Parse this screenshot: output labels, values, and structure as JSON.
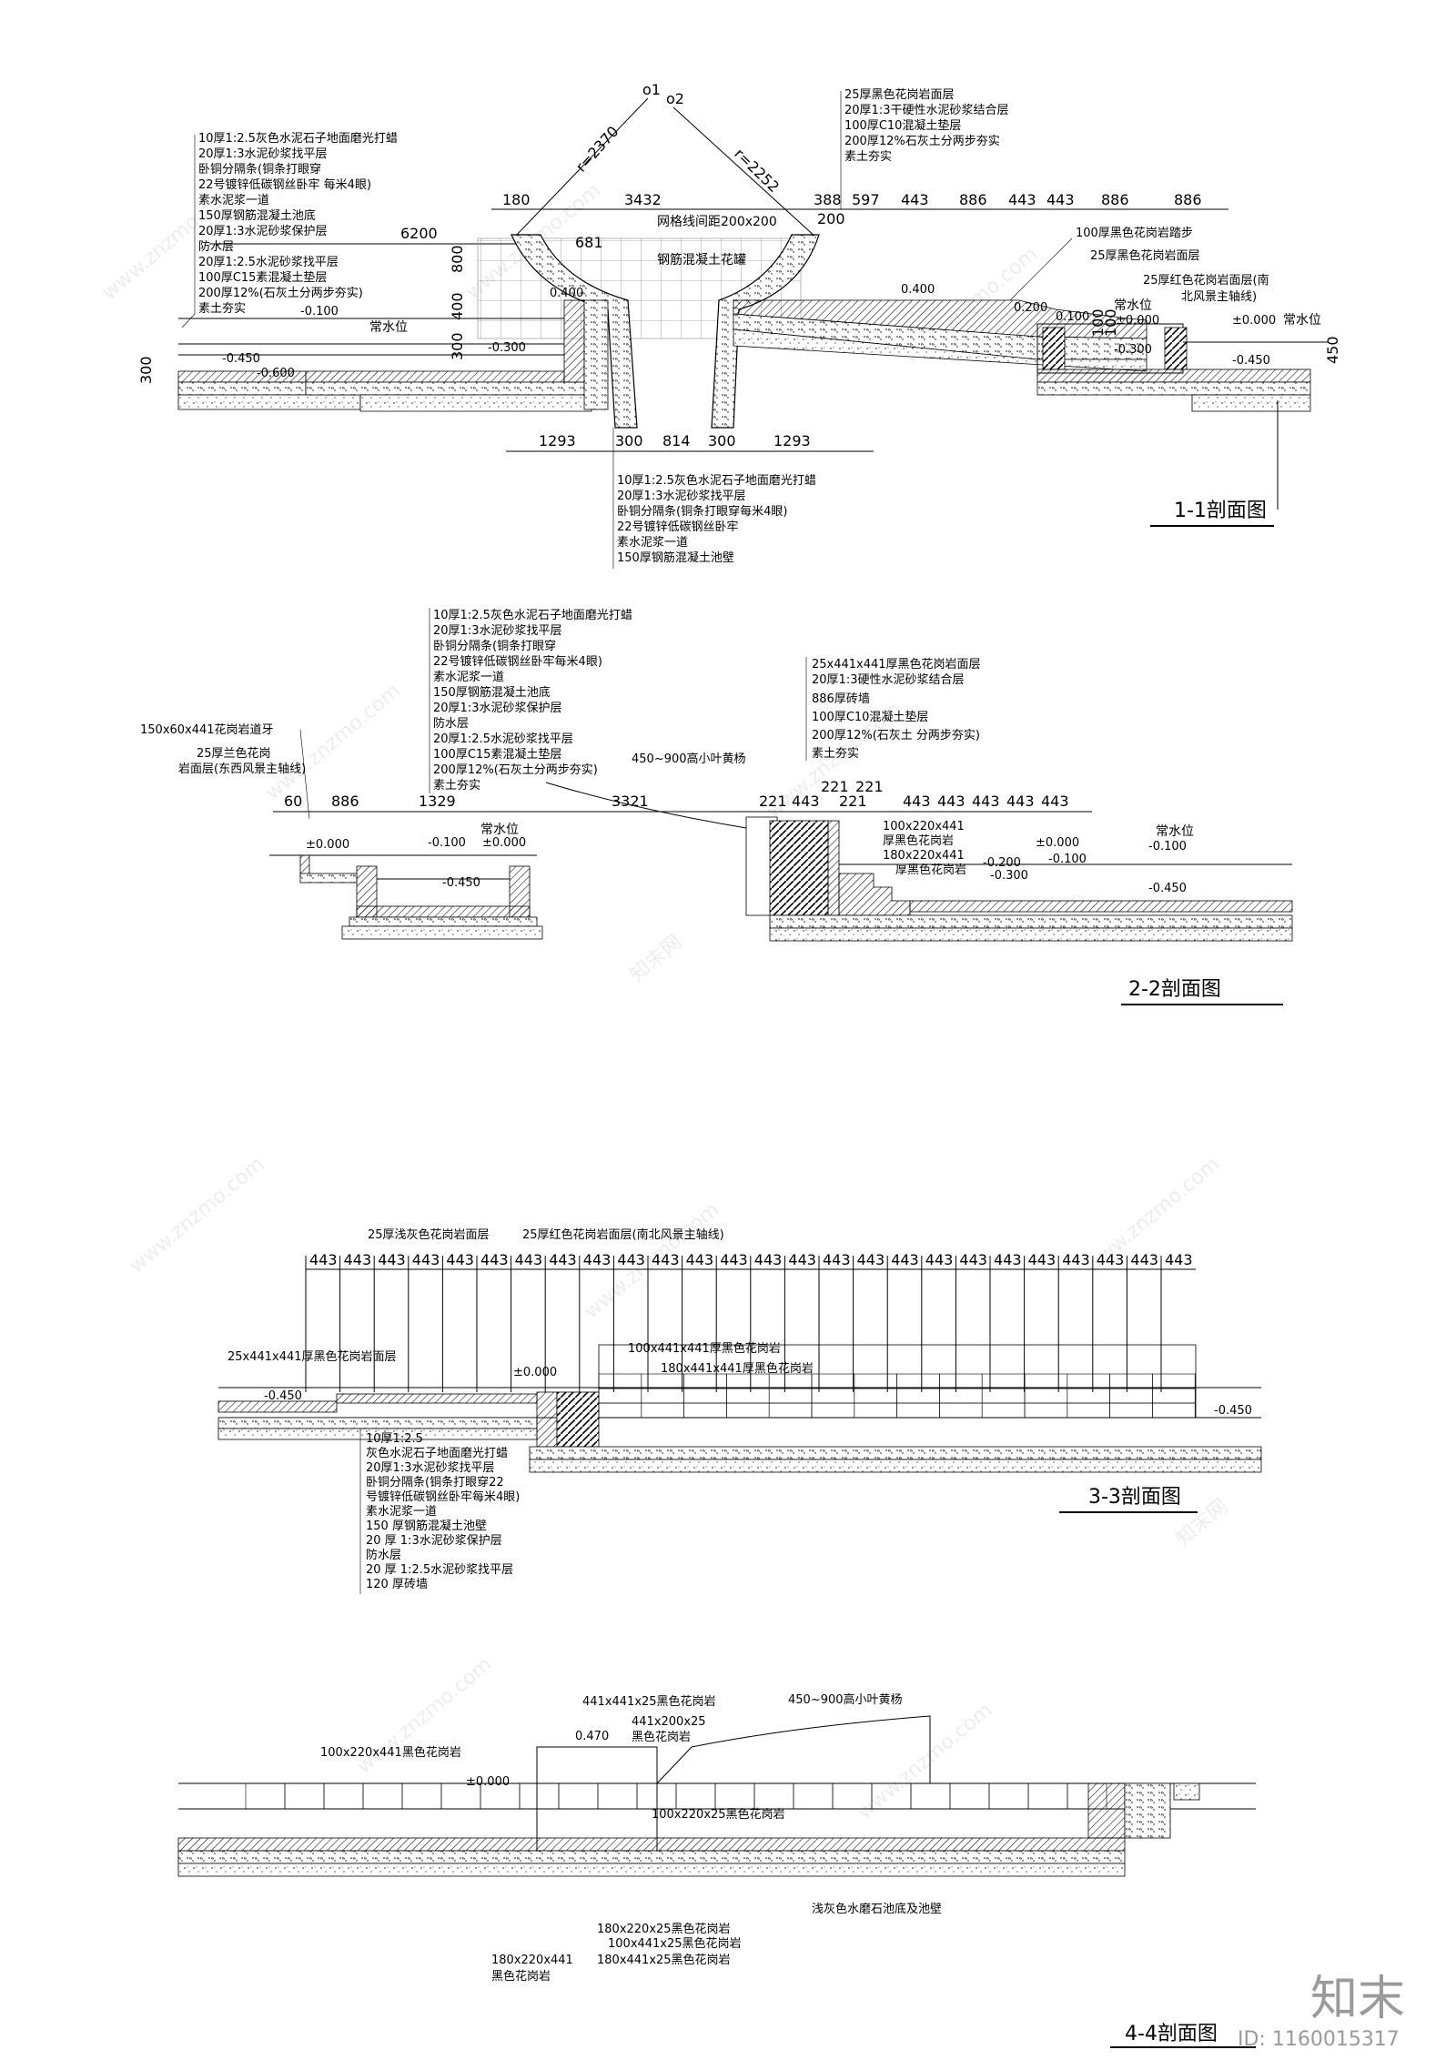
{
  "sections": {
    "s1": {
      "title": "1-1剖面图",
      "left_notes": [
        "10厚1:2.5灰色水泥石子地面磨光打蜡",
        "20厚1:3水泥砂浆找平层",
        "卧铜分隔条(铜条打眼穿",
        "22号镀锌低碳钢丝卧牢 每米4眼)",
        "素水泥浆一道",
        "150厚钢筋混凝土池底",
        "20厚1:3水泥砂浆保护层",
        "防水层",
        "20厚1:2.5水泥砂浆找平层",
        "100厚C15素混凝土垫层",
        "200厚12%(石灰土分两步夯实)",
        "素土夯实"
      ],
      "top_right_notes": [
        "25厚黑色花岗岩面层",
        "20厚1:3干硬性水泥砂浆结合层",
        "100厚C10混凝土垫层",
        "200厚12%石灰土分两步夯实",
        "素土夯实"
      ],
      "bottom_notes": [
        "10厚1:2.5灰色水泥石子地面磨光打蜡",
        "20厚1:3水泥砂浆找平层",
        "卧铜分隔条(铜条打眼穿每米4眼)",
        "22号镀锌低碳钢丝卧牢",
        "素水泥浆一道",
        "150厚钢筋混凝土池壁"
      ],
      "right_notes": [
        "100厚黑色花岗岩踏步",
        "25厚黑色花岗岩面层",
        "25厚红色花岗岩面层(南",
        "北风景主轴线)"
      ],
      "center_labels": [
        "网格线间距200x200",
        "钢筋混凝土花罐"
      ],
      "top_dims": [
        "180",
        "3432",
        "388",
        "597",
        "443",
        "886",
        "443",
        "443",
        "886",
        "886"
      ],
      "bottom_dims": [
        "1293",
        "300",
        "814",
        "300",
        "1293"
      ],
      "radius_labels": [
        "r=2370",
        "r=2252"
      ],
      "center_points": [
        "o1",
        "o2"
      ],
      "other_dims": [
        "6200",
        "681",
        "200",
        "800",
        "400",
        "300",
        "300",
        "100",
        "100",
        "450"
      ],
      "levels": [
        "-0.100",
        "-0.450",
        "-0.600",
        "-0.300",
        "0.400",
        "0.400",
        "0.200",
        "0.100",
        "±0.000",
        "-0.300",
        "±0.000",
        "-0.450"
      ],
      "water_label": "常水位"
    },
    "s2": {
      "title": "2-2剖面图",
      "center_notes": [
        "10厚1:2.5灰色水泥石子地面磨光打蜡",
        "20厚1:3水泥砂浆找平层",
        "卧铜分隔条(铜条打眼穿",
        "22号镀锌低碳钢丝卧牢每米4眼)",
        "素水泥浆一道",
        "150厚钢筋混凝土池底",
        "20厚1:3水泥砂浆保护层",
        "防水层",
        "20厚1:2.5水泥砂浆找平层",
        "100厚C15素混凝土垫层",
        "200厚12%(石灰土分两步夯实)",
        "素土夯实"
      ],
      "left_notes": [
        "150x60x441花岗岩道牙",
        "25厚兰色花岗",
        "岩面层(东西风景主轴线)"
      ],
      "right_notes": [
        "25x441x441厚黑色花岗岩面层",
        "20厚1:3硬性水泥砂浆结合层",
        "886厚砖墙",
        "100厚C10混凝土垫层",
        "200厚12%(石灰土 分两步夯实)",
        "素土夯实"
      ],
      "plant_label": "450~900高小叶黄杨",
      "step_labels": [
        "100x220x441",
        "厚黑色花岗岩",
        "180x220x441",
        "厚黑色花岗岩"
      ],
      "dims": [
        "60",
        "886",
        "1329",
        "3321",
        "221",
        "443",
        "221",
        "221",
        "221",
        "443",
        "443",
        "443",
        "443",
        "443"
      ],
      "levels": [
        "±0.000",
        "-0.100",
        "±0.000",
        "-0.450",
        "-0.200",
        "-0.300",
        "±0.000",
        "-0.100",
        "-0.100",
        "-0.450"
      ],
      "water_label": "常水位"
    },
    "s3": {
      "title": "3-3剖面图",
      "top_notes": [
        "25厚浅灰色花岗岩面层",
        "25厚红色花岗岩面层(南北风景主轴线)"
      ],
      "dims": [
        "443",
        "443",
        "443",
        "443",
        "443",
        "443",
        "443",
        "443",
        "443",
        "443",
        "443",
        "443",
        "443",
        "443",
        "443",
        "443",
        "443",
        "443",
        "443",
        "443",
        "443",
        "443",
        "443",
        "443",
        "443",
        "443"
      ],
      "inner_labels": [
        "25x441x441厚黑色花岗岩面层",
        "100x441x441厚黑色花岗岩",
        "180x441x441厚黑色花岗岩"
      ],
      "levels": [
        "-0.450",
        "±0.000",
        "-0.450"
      ],
      "bottom_notes": [
        "10厚1:2.5",
        "灰色水泥石子地面磨光打蜡",
        "20厚1:3水泥砂浆找平层",
        "卧铜分隔条(铜条打眼穿22",
        "号镀锌低碳钢丝卧牢每米4眼)",
        "素水泥浆一道",
        "150 厚钢筋混凝土池壁",
        "20 厚 1:3水泥砂浆保护层",
        "防水层",
        "20 厚 1:2.5水泥砂浆找平层",
        "120 厚砖墙"
      ]
    },
    "s4": {
      "title": "4-4剖面图",
      "labels": [
        "441x441x25黑色花岗岩",
        "441x200x25",
        "黑色花岗岩",
        "450~900高小叶黄杨",
        "100x220x441黑色花岗岩",
        "100x220x25黑色花岗岩",
        "浅灰色水磨石池底及池壁",
        "180x220x25黑色花岗岩",
        "100x441x25黑色花岗岩",
        "180x220x441",
        "黑色花岗岩",
        "180x441x25黑色花岗岩"
      ],
      "levels": [
        "0.470",
        "±0.000"
      ]
    }
  },
  "watermark": {
    "site": "www.znzmo.com",
    "brand": "知末网",
    "logo": "知末",
    "id": "ID: 1160015317"
  }
}
